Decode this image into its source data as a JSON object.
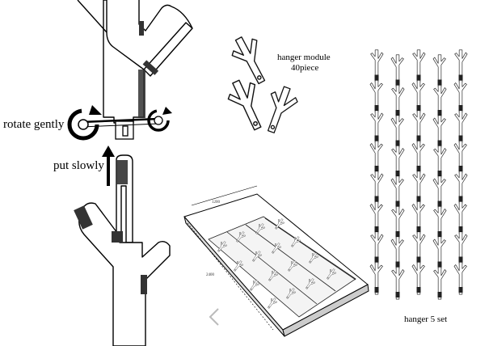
{
  "labels": {
    "rotate": "rotate gently",
    "put": "put slowly",
    "module_line1": "hanger module",
    "module_line2": "40piece",
    "set": "hanger 5 set",
    "width_dim": "1200",
    "length_dim": "2400"
  },
  "colors": {
    "ink": "#000000",
    "paper": "#ffffff",
    "shade": "#444444"
  },
  "icons": [
    "rotate-arrow-icon",
    "up-arrow-icon"
  ],
  "hanger_set": {
    "columns": 5,
    "pieces_per_column": 8
  }
}
